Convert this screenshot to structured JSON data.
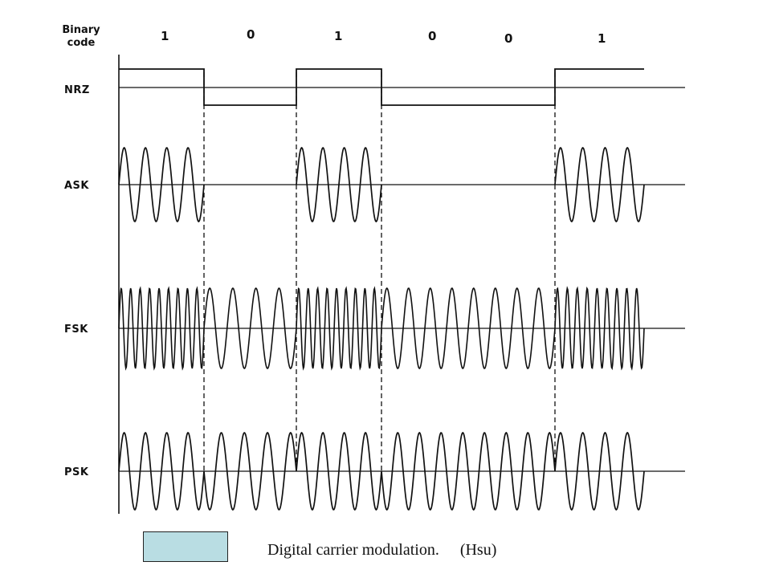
{
  "header": {
    "binary_line1": "Binary",
    "binary_line2": "code"
  },
  "bits": [
    "1",
    "0",
    "1",
    "0",
    "0",
    "1"
  ],
  "rows": {
    "nrz": "NRZ",
    "ask": "ASK",
    "fsk": "FSK",
    "psk": "PSK"
  },
  "caption": {
    "text": "Digital carrier modulation.",
    "source": "(Hsu)"
  },
  "colors": {
    "ink": "#111111",
    "swatch": "#b9dde3"
  }
}
